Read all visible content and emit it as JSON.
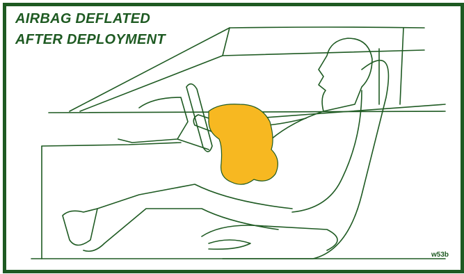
{
  "caption": {
    "line1": "AIRBAG DEFLATED",
    "line2": "AFTER DEPLOYMENT"
  },
  "figure_code": "w53b",
  "colors": {
    "border": "#1e5a22",
    "line": "#1e5a22",
    "airbag_fill": "#f7b821",
    "background": "#ffffff"
  }
}
